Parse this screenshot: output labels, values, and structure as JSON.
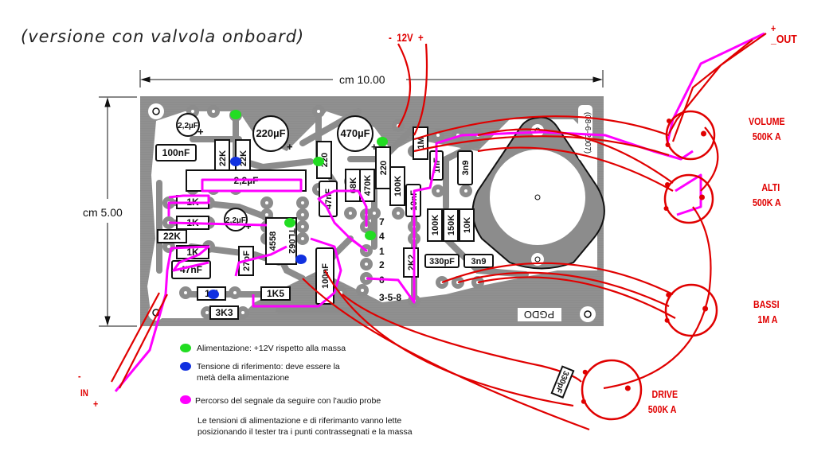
{
  "title": "(versione con valvola onboard)",
  "dimensions": {
    "width_label": "cm  10.00",
    "height_label": "cm  5.00"
  },
  "power_label": {
    "minus": "-",
    "text": "12V",
    "plus": "+"
  },
  "output_label": {
    "plus": "+",
    "minus": "_",
    "text": "OUT"
  },
  "input_label": {
    "minus": "-",
    "text": "IN",
    "plus": "+"
  },
  "board": {
    "date_text": "(08-6-2007)",
    "logo_text": "PGDO",
    "tube_pins": [
      "7",
      "4",
      "1",
      "2",
      "6",
      "3-5-8"
    ],
    "components": [
      {
        "ref": "c1",
        "label": "2,2µF"
      },
      {
        "ref": "c2",
        "label": "100nF"
      },
      {
        "ref": "r1",
        "label": "22K"
      },
      {
        "ref": "r2",
        "label": "22K"
      },
      {
        "ref": "c3",
        "label": "220µF"
      },
      {
        "ref": "r3",
        "label": "220"
      },
      {
        "ref": "c4",
        "label": "470µF"
      },
      {
        "ref": "c5",
        "label": "2,2µF"
      },
      {
        "ref": "r4",
        "label": "1K"
      },
      {
        "ref": "r5",
        "label": "1K"
      },
      {
        "ref": "c6",
        "label": "2,2µF"
      },
      {
        "ref": "r6",
        "label": "22K"
      },
      {
        "ref": "r7",
        "label": "1K"
      },
      {
        "ref": "c7",
        "label": "47nF"
      },
      {
        "ref": "ic1",
        "label": "4558"
      },
      {
        "ref": "ic2",
        "label": "TL062"
      },
      {
        "ref": "c8",
        "label": "27pF"
      },
      {
        "ref": "r8",
        "label": "1M"
      },
      {
        "ref": "r9",
        "label": "3K3"
      },
      {
        "ref": "r10",
        "label": "1K5"
      },
      {
        "ref": "c9",
        "label": "100nF"
      },
      {
        "ref": "c10",
        "label": "47nF"
      },
      {
        "ref": "r11",
        "label": "68K"
      },
      {
        "ref": "r12",
        "label": "470K"
      },
      {
        "ref": "r13",
        "label": "220"
      },
      {
        "ref": "r14",
        "label": "100K"
      },
      {
        "ref": "r15",
        "label": "1M"
      },
      {
        "ref": "c11",
        "label": "1nF"
      },
      {
        "ref": "c12",
        "label": "10nF"
      },
      {
        "ref": "r16",
        "label": "2K2"
      },
      {
        "ref": "r17",
        "label": "100K"
      },
      {
        "ref": "r18",
        "label": "150K"
      },
      {
        "ref": "r19",
        "label": "10K"
      },
      {
        "ref": "c13",
        "label": "3n9"
      },
      {
        "ref": "c14",
        "label": "330pF"
      },
      {
        "ref": "c15",
        "label": "3n9"
      }
    ]
  },
  "pots": [
    {
      "name": "VOLUME",
      "value": "500K A"
    },
    {
      "name": "ALTI",
      "value": "500K A"
    },
    {
      "name": "BASSI",
      "value": "1M A"
    },
    {
      "name": "DRIVE",
      "value": "500K A"
    }
  ],
  "drive_cap_label": "330pF",
  "legend": [
    {
      "color": "#22dd22",
      "text": "Alimentazione: +12V rispetto alla massa"
    },
    {
      "color": "#1030e0",
      "text": "Tensione di riferimento: deve essere la",
      "text2": "metà della alimentazione"
    },
    {
      "color": "#ff00ff",
      "text": "Percorso del segnale da seguire con l'audio probe"
    }
  ],
  "note": {
    "line1": "Le tensioni di alimentazione e di riferimanto vanno lette",
    "line2": "posizionando il tester tra i punti contrassegnati e la massa"
  },
  "colors": {
    "wire": "#e00000",
    "signal": "#ff00ff",
    "supply": "#22dd22",
    "reference": "#1030e0",
    "copper": "#8a8a8a"
  }
}
